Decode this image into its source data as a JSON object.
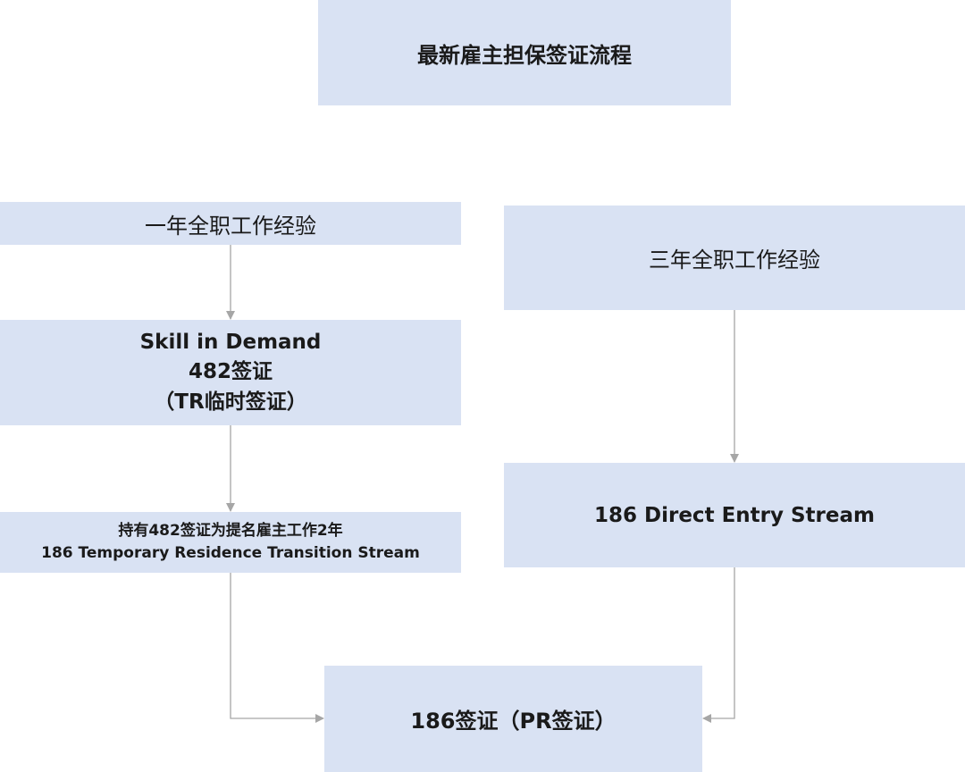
{
  "title": "最新雇主担保签证流程",
  "left_path": {
    "step1": "一年全职工作经验",
    "step2_lines": [
      "Skill in Demand",
      "482签证",
      "（TR临时签证）"
    ],
    "step3_lines": [
      "持有482签证为提名雇主工作2年",
      "186 Temporary Residence Transition Stream"
    ]
  },
  "right_path": {
    "step1": "三年全职工作经验",
    "step2": "186 Direct Entry Stream"
  },
  "result": "186签证（PR签证）",
  "colors": {
    "box_fill": "#d9e2f3",
    "connector": "#a6a6a6",
    "text": "#1a1a1a"
  }
}
